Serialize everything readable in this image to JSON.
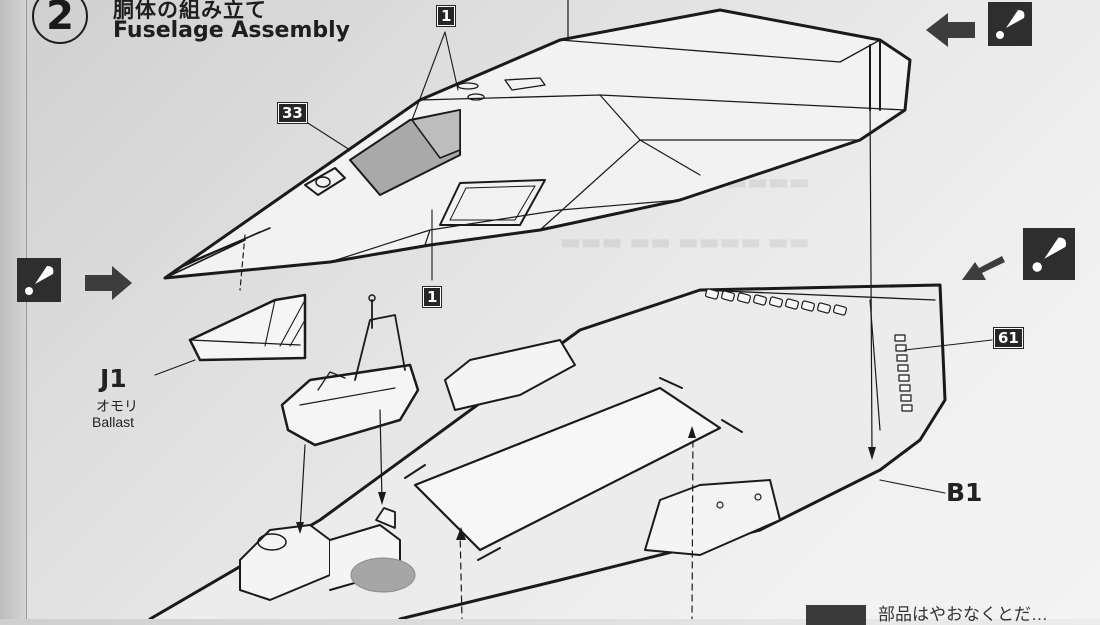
{
  "step": {
    "number": "2",
    "title_jp": "胴体の組み立て",
    "title_en": "Fuselage Assembly"
  },
  "part_tags": {
    "tag_33": "33",
    "tag_1_top": "1",
    "tag_1_mid": "1",
    "tag_61": "61"
  },
  "labels": {
    "j1": "J1",
    "j1_jp": "オモリ",
    "j1_en": "Ballast",
    "b1": "B1"
  },
  "icons": {
    "glue_left": "cement-application-icon",
    "glue_top_right": "cement-application-icon",
    "glue_mid_right": "cement-application-icon",
    "arrow": "arrow-icon"
  },
  "footer_note": {
    "text": "部品はやおなくとだ…"
  },
  "colors": {
    "ink": "#1a1a1a",
    "tag_bg": "#262626",
    "shade": "#a9a9a9"
  }
}
